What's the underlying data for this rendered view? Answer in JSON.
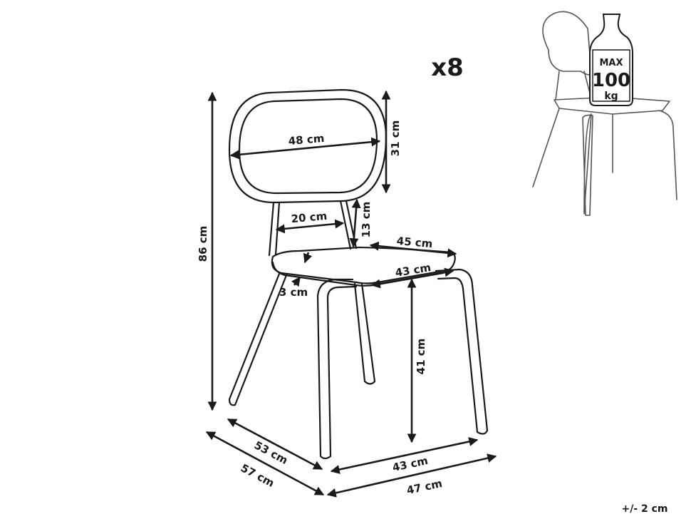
{
  "quantity": "x8",
  "tolerance": "+/- 2 cm",
  "max_load": {
    "line1": "MAX",
    "line2": "100",
    "line3": "kg"
  },
  "dimensions": {
    "backrest_width": "48 cm",
    "backrest_height": "31 cm",
    "total_height": "86 cm",
    "backrest_gap_width": "20 cm",
    "backrest_gap_height": "13 cm",
    "seat_depth": "45 cm",
    "seat_width": "43 cm",
    "seat_thickness": "3 cm",
    "seat_height": "41 cm",
    "base_depth_inner": "53 cm",
    "base_depth_outer": "57 cm",
    "base_width_inner": "43 cm",
    "base_width_outer": "47 cm"
  }
}
